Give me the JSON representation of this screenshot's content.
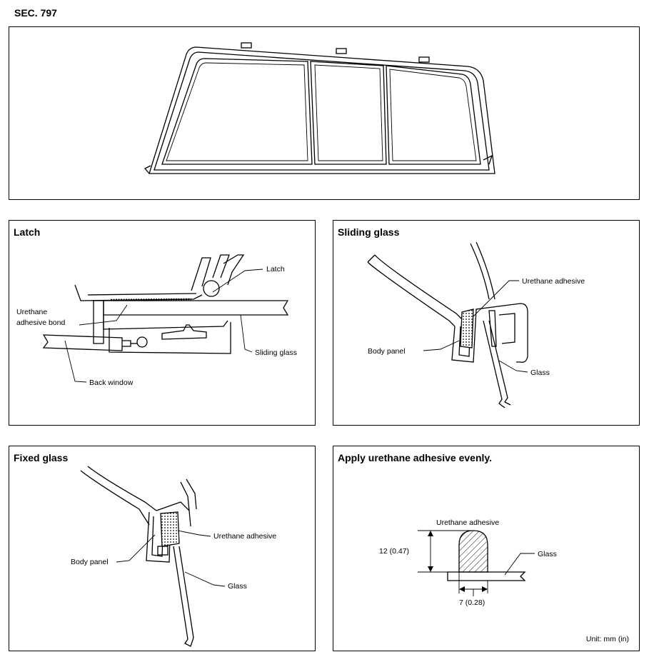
{
  "section": "SEC. 797",
  "panels": {
    "latch": {
      "title": "Latch",
      "labels": {
        "latch": "Latch",
        "adhesive": "Urethane adhesive bond",
        "sliding_glass": "Sliding glass",
        "back_window": "Back window"
      }
    },
    "sliding_glass": {
      "title": "Sliding glass",
      "labels": {
        "adhesive": "Urethane adhesive",
        "body_panel": "Body panel",
        "glass": "Glass"
      }
    },
    "fixed_glass": {
      "title": "Fixed glass",
      "labels": {
        "adhesive": "Urethane adhesive",
        "body_panel": "Body panel",
        "glass": "Glass"
      }
    },
    "apply": {
      "title": "Apply urethane adhesive evenly.",
      "labels": {
        "adhesive": "Urethane adhesive",
        "glass": "Glass",
        "height": "12 (0.47)",
        "width": "7 (0.28)"
      },
      "unit": "Unit: mm (in)"
    }
  }
}
